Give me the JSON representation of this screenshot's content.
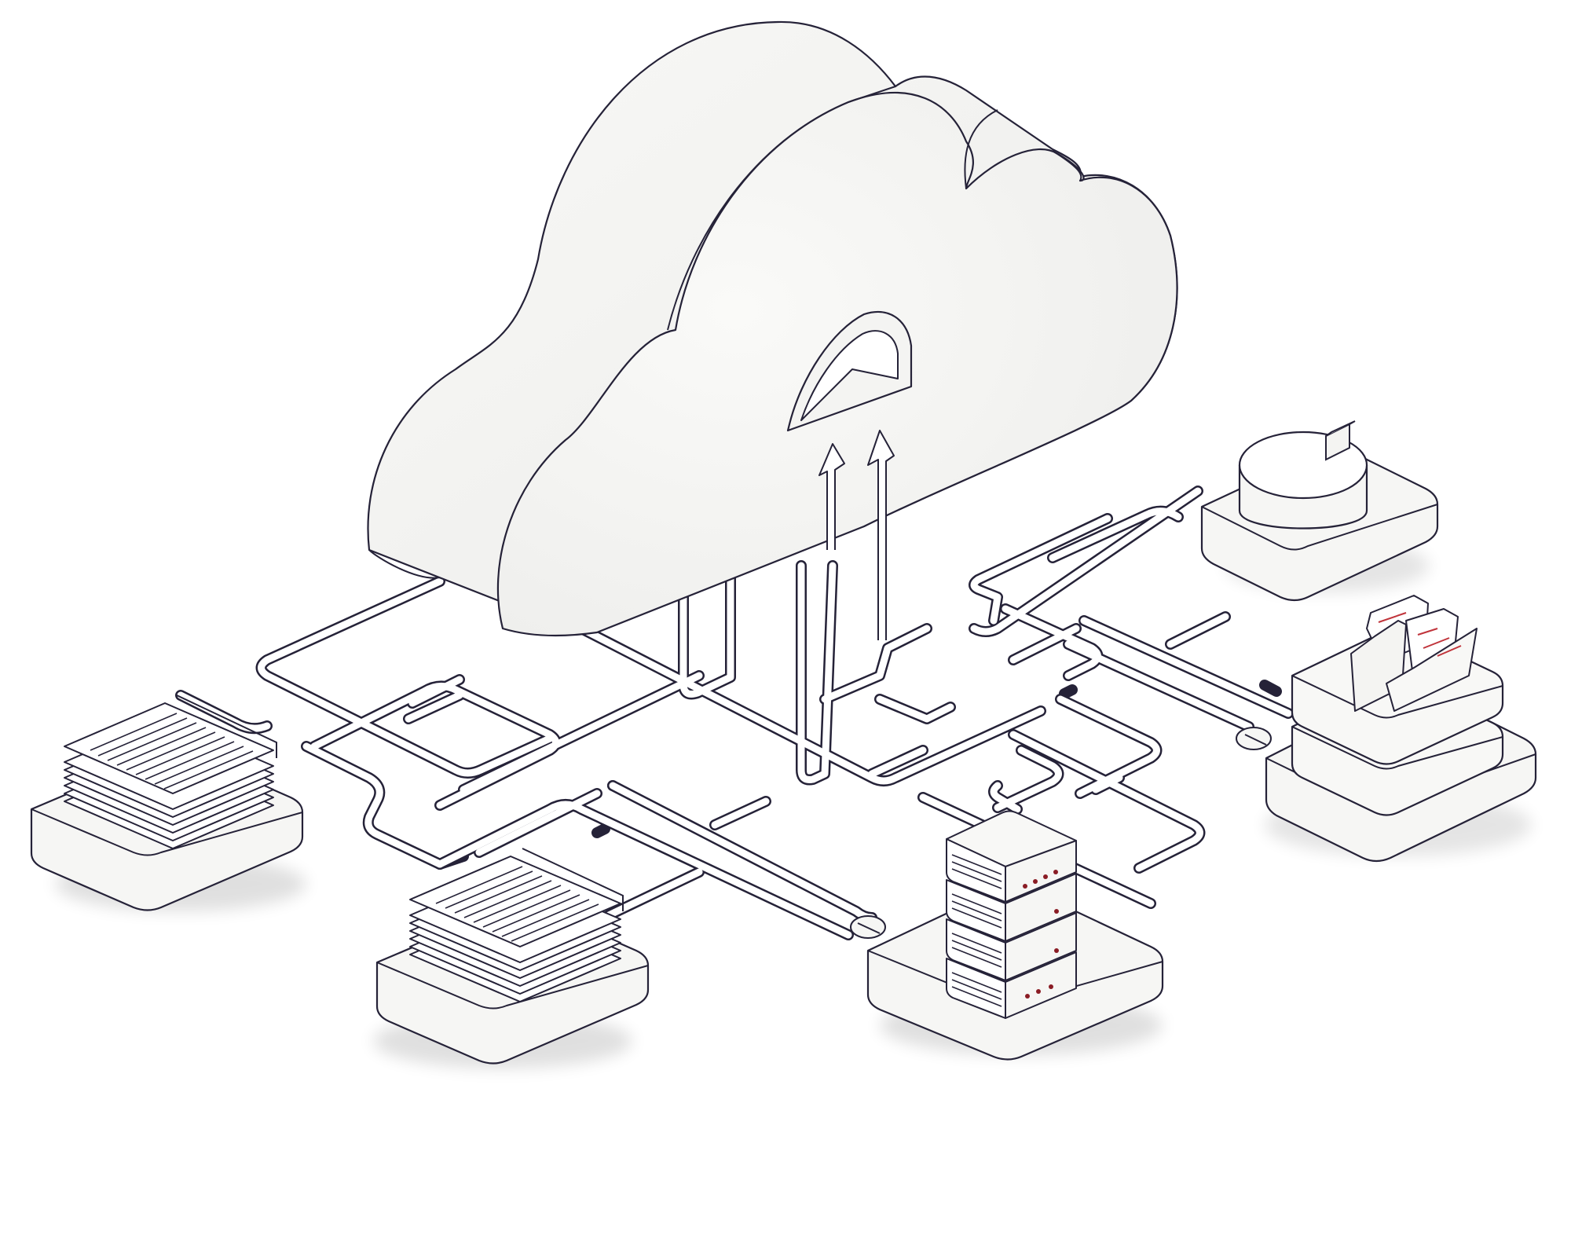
{
  "scene": {
    "background": "#ffffff",
    "components": [
      {
        "id": "cloud",
        "icon": "cloud-icon",
        "has_upload_arrows": true,
        "arrow_count": 2
      },
      {
        "id": "database-node",
        "icon": "database-icon"
      },
      {
        "id": "file-folder-node",
        "icon": "folder-with-documents-icon"
      },
      {
        "id": "server-rack-node",
        "icon": "server-rack-icon",
        "units": 4
      },
      {
        "id": "storage-array-left",
        "icon": "storage-array-icon"
      },
      {
        "id": "storage-array-center",
        "icon": "storage-array-icon"
      }
    ]
  },
  "colors": {
    "outline": "#252238",
    "fill_light": "#f6f6f4",
    "fill_white": "#ffffff",
    "fill_shadow": "#e6e6e2",
    "accent_red": "#c0343b",
    "accent_dark_red": "#8a1c24"
  }
}
